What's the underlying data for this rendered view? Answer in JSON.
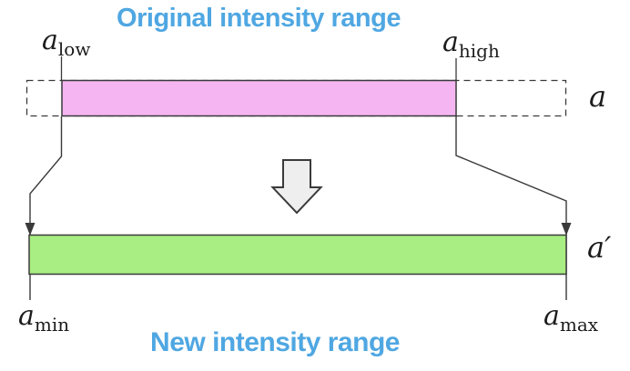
{
  "titles": {
    "top": "Original intensity range",
    "bottom": "New intensity range"
  },
  "axis_labels": {
    "original": "a",
    "new": "a′"
  },
  "range_labels": {
    "a_low": {
      "base": "a",
      "sub": "low"
    },
    "a_high": {
      "base": "a",
      "sub": "high"
    },
    "a_min": {
      "base": "a",
      "sub": "min"
    },
    "a_max": {
      "base": "a",
      "sub": "max"
    }
  },
  "colors": {
    "title_blue": "#4FA7E2",
    "original_bar_fill": "#F5B5F2",
    "new_bar_fill": "#A8EE82",
    "arrow_fill": "#EEEEEE",
    "line": "#3A3A3A"
  }
}
